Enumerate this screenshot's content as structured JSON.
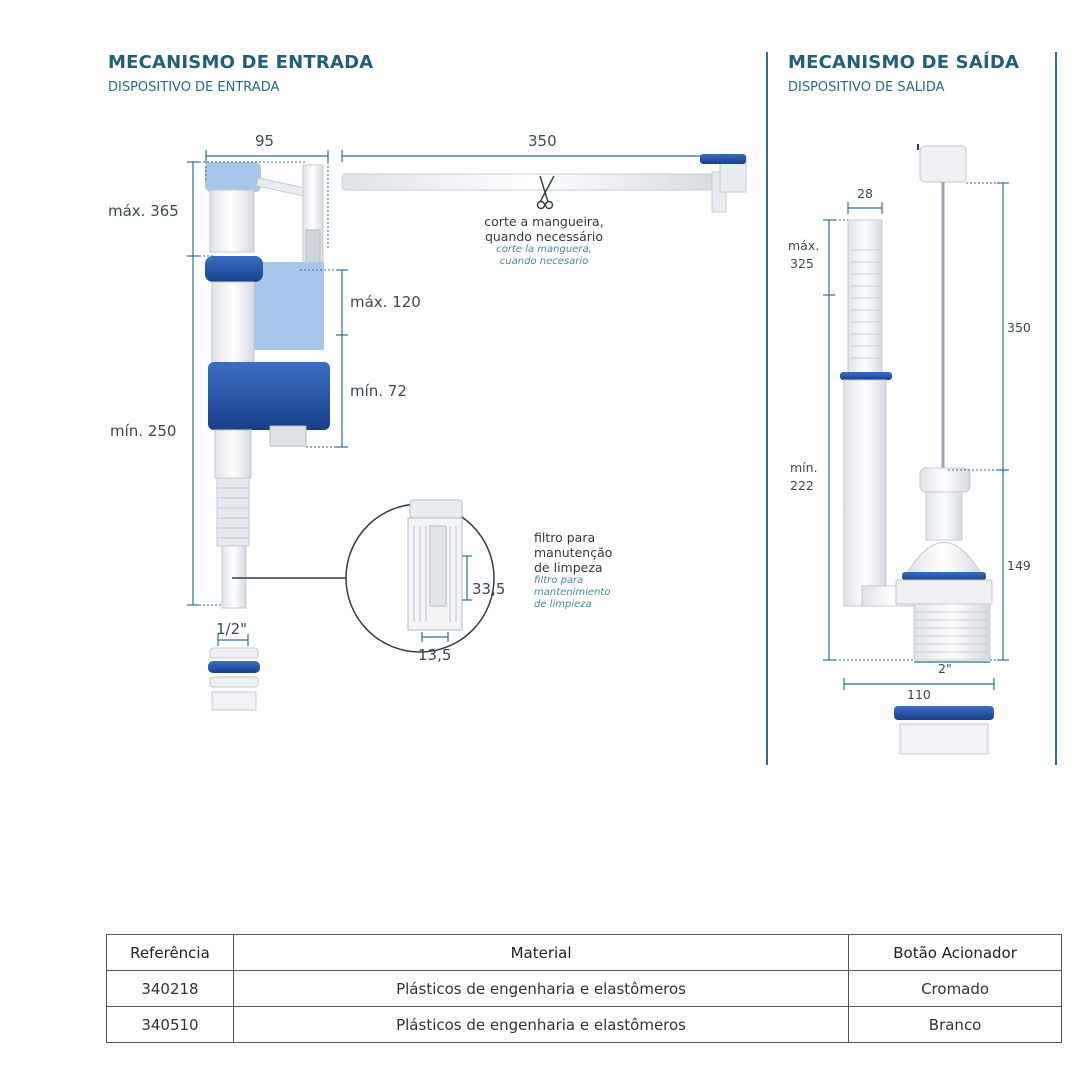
{
  "left": {
    "title": "MECANISMO DE ENTRADA",
    "subtitle": "DISPOSITIVO DE ENTRADA",
    "dims": {
      "width_top": "95",
      "hose_length": "350",
      "max_height": "máx. 365",
      "min_height": "mín. 250",
      "float_max": "máx. 120",
      "float_min": "mín. 72",
      "thread": "1/2\""
    },
    "hose_note": {
      "line1": "corte a mangueira,",
      "line2": "quando necessário",
      "es1": "corte la manguera,",
      "es2": "cuando necesario"
    },
    "filter": {
      "height": "33,5",
      "width": "13,5",
      "note1": "filtro para",
      "note2": "manutenção",
      "note3": "de limpeza",
      "es1": "filtro para",
      "es2": "mantenimiento",
      "es3": "de limpieza"
    }
  },
  "right": {
    "title": "MECANISMO DE SAÍDA",
    "subtitle": "DISPOSITIVO DE SALIDA",
    "dims": {
      "pipe_width": "28",
      "max_label": "máx.",
      "max_value": "325",
      "min_label": "mín.",
      "min_value": "222",
      "rod_length": "350",
      "base_height": "149",
      "thread": "2\"",
      "base_width": "110"
    }
  },
  "table": {
    "headers": [
      "Referência",
      "Material",
      "Botão Acionador"
    ],
    "rows": [
      [
        "340218",
        "Plásticos de engenharia e elastômeros",
        "Cromado"
      ],
      [
        "340510",
        "Plásticos de engenharia e elastômeros",
        "Branco"
      ]
    ]
  },
  "colors": {
    "title": "#1f5f78",
    "blue": "#1f4fa3",
    "light_blue": "#a8c6ea",
    "dim_line": "#2e6f8e"
  }
}
